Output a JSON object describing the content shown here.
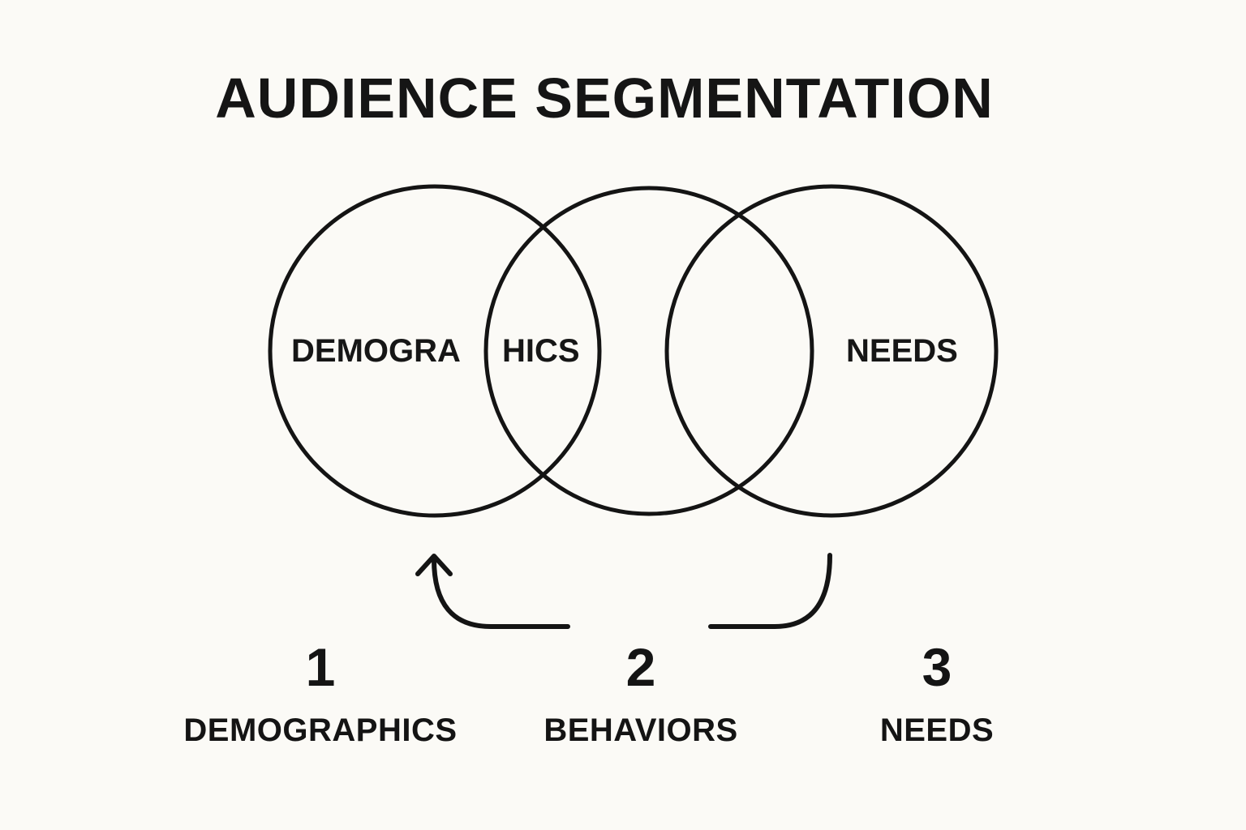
{
  "title": "AUDIENCE SEGMENTATION",
  "colors": {
    "background": "#fbfaf6",
    "ink": "#141414"
  },
  "venn": {
    "circles": [
      {
        "id": "demographics",
        "label_left": "DEMOGRA",
        "label_right": "HICS"
      },
      {
        "id": "behaviors",
        "label": ""
      },
      {
        "id": "needs",
        "label": "NEEDS"
      }
    ]
  },
  "arrows": [
    {
      "name": "return-arrow",
      "from": "behaviors",
      "to": "demographics",
      "icon": "curved-arrow-up-left-icon"
    },
    {
      "name": "connector-hook",
      "from": "behaviors",
      "to": "needs",
      "icon": "curved-connector-icon"
    }
  ],
  "steps": [
    {
      "number": "1",
      "label": "DEMOGRAPHICS"
    },
    {
      "number": "2",
      "label": "BEHAVIORS"
    },
    {
      "number": "3",
      "label": "NEEDS"
    }
  ]
}
